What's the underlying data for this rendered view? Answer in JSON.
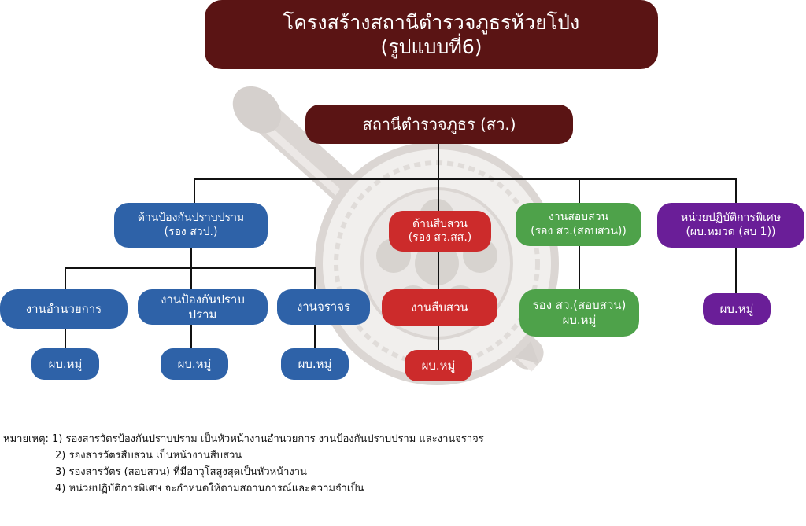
{
  "title": {
    "line1": "โครงสร้างสถานีตำรวจภูธรห้วยโป่ง",
    "line2": "(รูปแบบที่6)"
  },
  "root": "สถานีตำรวจภูธร (สว.)",
  "branches": {
    "prevention": {
      "label": "ด้านป้องกันปราบปราม\n(รอง สวป.)",
      "children": [
        {
          "label": "งานอำนวยการ",
          "leaf": "ผบ.หมู่"
        },
        {
          "label": "งานป้องกันปราบ\nปราม",
          "leaf": "ผบ.หมู่"
        },
        {
          "label": "งานจราจร",
          "leaf": "ผบ.หมู่"
        }
      ]
    },
    "investigation": {
      "label": "ด้านสืบสวน\n(รอง สว.สส.)",
      "child": "งานสืบสวน",
      "leaf": "ผบ.หมู่"
    },
    "inquiry": {
      "label": "งานสอบสวน\n(รอง สว.(สอบสวน))",
      "child": "รอง สว.(สอบสวน)\nผบ.หมู่"
    },
    "special": {
      "label": "หน่วยปฏิบัติการพิเศษ\n(ผบ.หมวด (สบ 1))",
      "child": "ผบ.หมู่"
    }
  },
  "notes": [
    "หมายเหตุ: 1) รองสารวัตรป้องกันปราบปราม เป็นหัวหน้างานอำนวยการ งานป้องกันปราบปราม และงานจราจร",
    "2) รองสารวัตรสืบสวน เป็นหน้างานสืบสวน",
    "3) รองสารวัตร (สอบสวน) ที่มีอาวุโสสูงสุดเป็นหัวหน้างาน",
    "4) หน่วยปฏิบัติการพิเศษ จะกำหนดให้ตามสถานการณ์และความจำเป็น"
  ],
  "colors": {
    "maroon": "#5a1414",
    "blue": "#2e62a8",
    "red": "#cc2b2b",
    "green": "#4ea24a",
    "purple": "#6a1e98"
  },
  "emblem": "police-baton-emblem-watermark"
}
